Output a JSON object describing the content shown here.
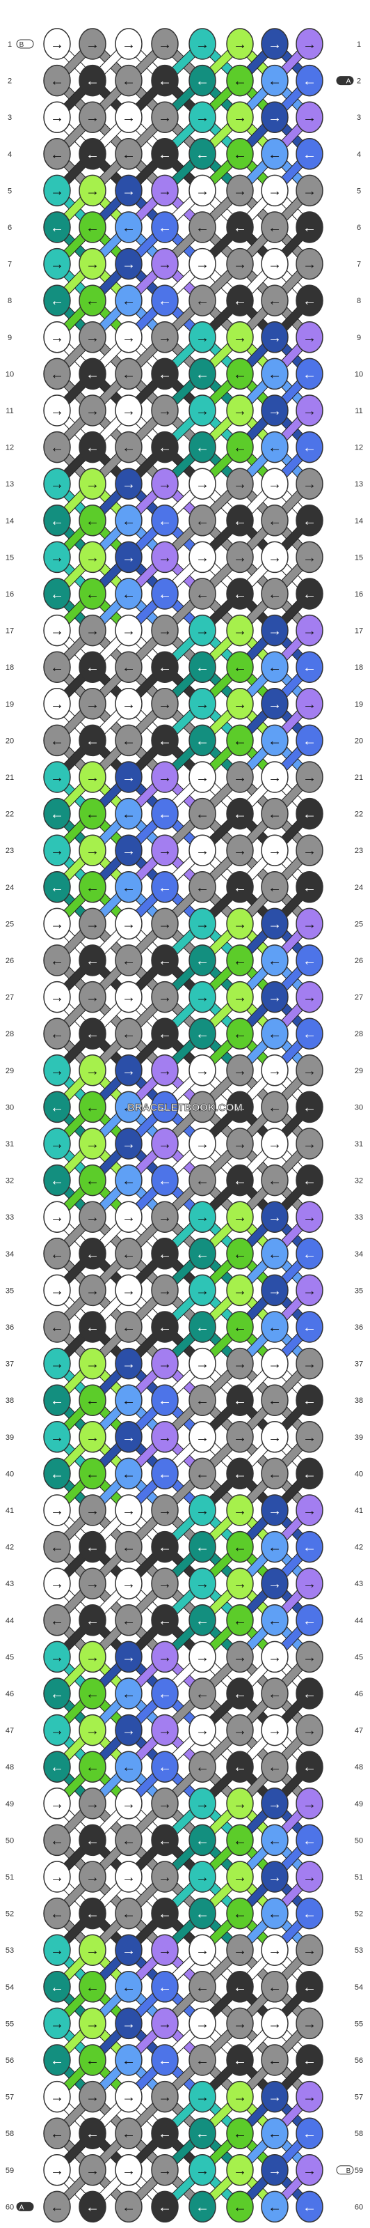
{
  "watermark": "BRACELETBOOK.COM",
  "row_labels_left": [
    "1",
    "2",
    "3",
    "4",
    "5",
    "6",
    "7",
    "8",
    "9",
    "10",
    "11",
    "12",
    "13",
    "14",
    "15",
    "16",
    "17",
    "18",
    "19",
    "20",
    "21",
    "22",
    "23",
    "24",
    "25",
    "26",
    "27",
    "28",
    "29",
    "30",
    "31",
    "32",
    "33",
    "34",
    "35",
    "36",
    "37",
    "38",
    "39",
    "40",
    "41",
    "42",
    "43",
    "44",
    "45",
    "46",
    "47",
    "48",
    "49",
    "50",
    "51",
    "52",
    "53",
    "54",
    "55",
    "56",
    "57",
    "58",
    "59",
    "60"
  ],
  "row_labels_right": [
    "1",
    "2",
    "3",
    "4",
    "5",
    "6",
    "7",
    "8",
    "9",
    "10",
    "11",
    "12",
    "13",
    "14",
    "15",
    "16",
    "17",
    "18",
    "19",
    "20",
    "21",
    "22",
    "23",
    "24",
    "25",
    "26",
    "27",
    "28",
    "29",
    "30",
    "31",
    "32",
    "33",
    "34",
    "35",
    "36",
    "37",
    "38",
    "39",
    "40",
    "41",
    "42",
    "43",
    "44",
    "45",
    "46",
    "47",
    "48",
    "49",
    "50",
    "51",
    "52",
    "53",
    "54",
    "55",
    "56",
    "57",
    "58",
    "59",
    "60"
  ],
  "string_tags": [
    {
      "letter": "B",
      "side": "left",
      "row": 1,
      "color": "#ffffff"
    },
    {
      "letter": "A",
      "side": "right",
      "row": 2,
      "color": "#333333"
    },
    {
      "letter": "B",
      "side": "right",
      "row": 59,
      "color": "#ffffff"
    },
    {
      "letter": "A",
      "side": "left",
      "row": 60,
      "color": "#333333"
    }
  ],
  "strings": [
    {
      "name": "white",
      "color": "#ffffff"
    },
    {
      "name": "gray",
      "color": "#8f8f8f"
    },
    {
      "name": "dark",
      "color": "#333333"
    },
    {
      "name": "teal",
      "color": "#2ec4b6"
    },
    {
      "name": "dark-teal",
      "color": "#138f7f"
    },
    {
      "name": "lime",
      "color": "#a6f04c"
    },
    {
      "name": "green",
      "color": "#5ccc2a"
    },
    {
      "name": "navy",
      "color": "#2b4fa8"
    },
    {
      "name": "blue",
      "color": "#5fa0f5"
    },
    {
      "name": "royal-blue",
      "color": "#4d74e8"
    },
    {
      "name": "lavender",
      "color": "#a37ef0"
    }
  ],
  "arrows": {
    "right": "→",
    "left": "←"
  },
  "knots": [
    [
      "white:R",
      "gray:R",
      "white:R",
      "gray:R",
      "teal:R",
      "lime:R",
      "navy:R",
      "lavender:R"
    ],
    [
      "gray:L",
      "dark:L",
      "gray:L",
      "dark:L",
      "dark-teal:L",
      "green:L",
      "blue:L",
      "royal-blue:L"
    ],
    [
      "white:R",
      "gray:R",
      "white:R",
      "gray:R",
      "teal:R",
      "lime:R",
      "navy:R",
      "lavender:R"
    ],
    [
      "gray:L",
      "dark:L",
      "gray:L",
      "dark:L",
      "dark-teal:L",
      "green:L",
      "blue:L",
      "royal-blue:L"
    ],
    [
      "teal:R",
      "lime:R",
      "navy:R",
      "lavender:R",
      "white:R",
      "gray:R",
      "white:R",
      "gray:R"
    ],
    [
      "dark-teal:L",
      "green:L",
      "blue:L",
      "royal-blue:L",
      "gray:L",
      "dark:L",
      "gray:L",
      "dark:L"
    ],
    [
      "teal:R",
      "lime:R",
      "navy:R",
      "lavender:R",
      "white:R",
      "gray:R",
      "white:R",
      "gray:R"
    ],
    [
      "dark-teal:L",
      "green:L",
      "blue:L",
      "royal-blue:L",
      "gray:L",
      "dark:L",
      "gray:L",
      "dark:L"
    ],
    [
      "white:R",
      "gray:R",
      "white:R",
      "gray:R",
      "teal:R",
      "lime:R",
      "navy:R",
      "lavender:R"
    ],
    [
      "gray:L",
      "dark:L",
      "gray:L",
      "dark:L",
      "dark-teal:L",
      "green:L",
      "blue:L",
      "royal-blue:L"
    ],
    [
      "white:R",
      "gray:R",
      "white:R",
      "gray:R",
      "teal:R",
      "lime:R",
      "navy:R",
      "lavender:R"
    ],
    [
      "gray:L",
      "dark:L",
      "gray:L",
      "dark:L",
      "dark-teal:L",
      "green:L",
      "blue:L",
      "royal-blue:L"
    ],
    [
      "teal:R",
      "lime:R",
      "navy:R",
      "lavender:R",
      "white:R",
      "gray:R",
      "white:R",
      "gray:R"
    ],
    [
      "dark-teal:L",
      "green:L",
      "blue:L",
      "royal-blue:L",
      "gray:L",
      "dark:L",
      "gray:L",
      "dark:L"
    ],
    [
      "teal:R",
      "lime:R",
      "navy:R",
      "lavender:R",
      "white:R",
      "gray:R",
      "white:R",
      "gray:R"
    ],
    [
      "dark-teal:L",
      "green:L",
      "blue:L",
      "royal-blue:L",
      "gray:L",
      "dark:L",
      "gray:L",
      "dark:L"
    ],
    [
      "white:R",
      "gray:R",
      "white:R",
      "gray:R",
      "teal:R",
      "lime:R",
      "navy:R",
      "lavender:R"
    ],
    [
      "gray:L",
      "dark:L",
      "gray:L",
      "dark:L",
      "dark-teal:L",
      "green:L",
      "blue:L",
      "royal-blue:L"
    ],
    [
      "white:R",
      "gray:R",
      "white:R",
      "gray:R",
      "teal:R",
      "lime:R",
      "navy:R",
      "lavender:R"
    ],
    [
      "gray:L",
      "dark:L",
      "gray:L",
      "dark:L",
      "dark-teal:L",
      "green:L",
      "blue:L",
      "royal-blue:L"
    ],
    [
      "teal:R",
      "lime:R",
      "navy:R",
      "lavender:R",
      "white:R",
      "gray:R",
      "white:R",
      "gray:R"
    ],
    [
      "dark-teal:L",
      "green:L",
      "blue:L",
      "royal-blue:L",
      "gray:L",
      "dark:L",
      "gray:L",
      "dark:L"
    ],
    [
      "teal:R",
      "lime:R",
      "navy:R",
      "lavender:R",
      "white:R",
      "gray:R",
      "white:R",
      "gray:R"
    ],
    [
      "dark-teal:L",
      "green:L",
      "blue:L",
      "royal-blue:L",
      "gray:L",
      "dark:L",
      "gray:L",
      "dark:L"
    ],
    [
      "white:R",
      "gray:R",
      "white:R",
      "gray:R",
      "teal:R",
      "lime:R",
      "navy:R",
      "lavender:R"
    ],
    [
      "gray:L",
      "dark:L",
      "gray:L",
      "dark:L",
      "dark-teal:L",
      "green:L",
      "blue:L",
      "royal-blue:L"
    ],
    [
      "white:R",
      "gray:R",
      "white:R",
      "gray:R",
      "teal:R",
      "lime:R",
      "navy:R",
      "lavender:R"
    ],
    [
      "gray:L",
      "dark:L",
      "gray:L",
      "dark:L",
      "dark-teal:L",
      "green:L",
      "blue:L",
      "royal-blue:L"
    ],
    [
      "teal:R",
      "lime:R",
      "navy:R",
      "lavender:R",
      "white:R",
      "gray:R",
      "white:R",
      "gray:R"
    ],
    [
      "dark-teal:L",
      "green:L",
      "blue:L",
      "royal-blue:L",
      "gray:L",
      "dark:L",
      "gray:L",
      "dark:L"
    ],
    [
      "teal:R",
      "lime:R",
      "navy:R",
      "lavender:R",
      "white:R",
      "gray:R",
      "white:R",
      "gray:R"
    ],
    [
      "dark-teal:L",
      "green:L",
      "blue:L",
      "royal-blue:L",
      "gray:L",
      "dark:L",
      "gray:L",
      "dark:L"
    ],
    [
      "white:R",
      "gray:R",
      "white:R",
      "gray:R",
      "teal:R",
      "lime:R",
      "navy:R",
      "lavender:R"
    ],
    [
      "gray:L",
      "dark:L",
      "gray:L",
      "dark:L",
      "dark-teal:L",
      "green:L",
      "blue:L",
      "royal-blue:L"
    ],
    [
      "white:R",
      "gray:R",
      "white:R",
      "gray:R",
      "teal:R",
      "lime:R",
      "navy:R",
      "lavender:R"
    ],
    [
      "gray:L",
      "dark:L",
      "gray:L",
      "dark:L",
      "dark-teal:L",
      "green:L",
      "blue:L",
      "royal-blue:L"
    ],
    [
      "teal:R",
      "lime:R",
      "navy:R",
      "lavender:R",
      "white:R",
      "gray:R",
      "white:R",
      "gray:R"
    ],
    [
      "dark-teal:L",
      "green:L",
      "blue:L",
      "royal-blue:L",
      "gray:L",
      "dark:L",
      "gray:L",
      "dark:L"
    ],
    [
      "teal:R",
      "lime:R",
      "navy:R",
      "lavender:R",
      "white:R",
      "gray:R",
      "white:R",
      "gray:R"
    ],
    [
      "dark-teal:L",
      "green:L",
      "blue:L",
      "royal-blue:L",
      "gray:L",
      "dark:L",
      "gray:L",
      "dark:L"
    ],
    [
      "white:R",
      "gray:R",
      "white:R",
      "gray:R",
      "teal:R",
      "lime:R",
      "navy:R",
      "lavender:R"
    ],
    [
      "gray:L",
      "dark:L",
      "gray:L",
      "dark:L",
      "dark-teal:L",
      "green:L",
      "blue:L",
      "royal-blue:L"
    ],
    [
      "white:R",
      "gray:R",
      "white:R",
      "gray:R",
      "teal:R",
      "lime:R",
      "navy:R",
      "lavender:R"
    ],
    [
      "gray:L",
      "dark:L",
      "gray:L",
      "dark:L",
      "dark-teal:L",
      "green:L",
      "blue:L",
      "royal-blue:L"
    ],
    [
      "teal:R",
      "lime:R",
      "navy:R",
      "lavender:R",
      "white:R",
      "gray:R",
      "white:R",
      "gray:R"
    ],
    [
      "dark-teal:L",
      "green:L",
      "blue:L",
      "royal-blue:L",
      "gray:L",
      "dark:L",
      "gray:L",
      "dark:L"
    ],
    [
      "teal:R",
      "lime:R",
      "navy:R",
      "lavender:R",
      "white:R",
      "gray:R",
      "white:R",
      "gray:R"
    ],
    [
      "dark-teal:L",
      "green:L",
      "blue:L",
      "royal-blue:L",
      "gray:L",
      "dark:L",
      "gray:L",
      "dark:L"
    ],
    [
      "white:R",
      "gray:R",
      "white:R",
      "gray:R",
      "teal:R",
      "lime:R",
      "navy:R",
      "lavender:R"
    ],
    [
      "gray:L",
      "dark:L",
      "gray:L",
      "dark:L",
      "dark-teal:L",
      "green:L",
      "blue:L",
      "royal-blue:L"
    ],
    [
      "white:R",
      "gray:R",
      "white:R",
      "gray:R",
      "teal:R",
      "lime:R",
      "navy:R",
      "lavender:R"
    ],
    [
      "gray:L",
      "dark:L",
      "gray:L",
      "dark:L",
      "dark-teal:L",
      "green:L",
      "blue:L",
      "royal-blue:L"
    ],
    [
      "teal:R",
      "lime:R",
      "navy:R",
      "lavender:R",
      "white:R",
      "gray:R",
      "white:R",
      "gray:R"
    ],
    [
      "dark-teal:L",
      "green:L",
      "blue:L",
      "royal-blue:L",
      "gray:L",
      "dark:L",
      "gray:L",
      "dark:L"
    ],
    [
      "teal:R",
      "lime:R",
      "navy:R",
      "lavender:R",
      "white:R",
      "gray:R",
      "white:R",
      "gray:R"
    ],
    [
      "dark-teal:L",
      "green:L",
      "blue:L",
      "royal-blue:L",
      "gray:L",
      "dark:L",
      "gray:L",
      "dark:L"
    ],
    [
      "white:R",
      "gray:R",
      "white:R",
      "gray:R",
      "teal:R",
      "lime:R",
      "navy:R",
      "lavender:R"
    ],
    [
      "gray:L",
      "dark:L",
      "gray:L",
      "dark:L",
      "dark-teal:L",
      "green:L",
      "blue:L",
      "royal-blue:L"
    ],
    [
      "white:R",
      "gray:R",
      "white:R",
      "gray:R",
      "teal:R",
      "lime:R",
      "navy:R",
      "lavender:R"
    ],
    [
      "gray:L",
      "dark:L",
      "gray:L",
      "dark:L",
      "dark-teal:L",
      "green:L",
      "blue:L",
      "royal-blue:L"
    ]
  ]
}
